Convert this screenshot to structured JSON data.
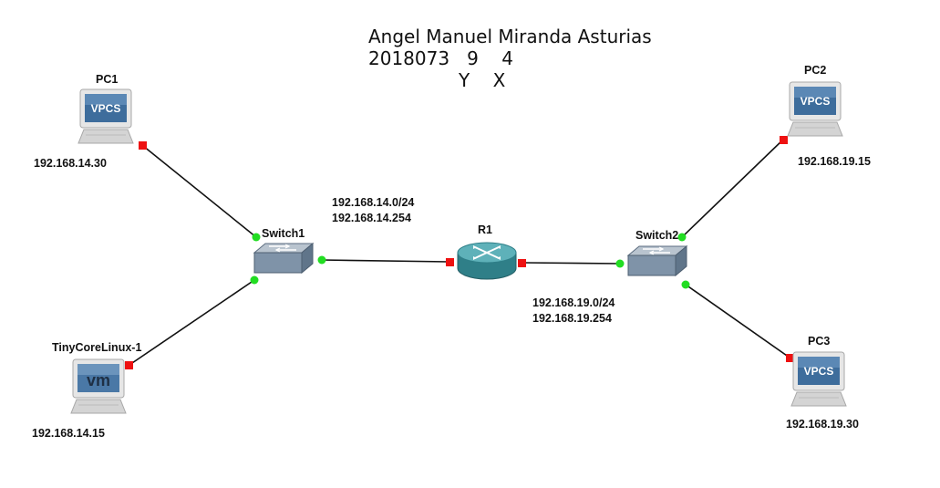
{
  "header": {
    "line1": "Angel Manuel Miranda Asturias",
    "line2": "2018073   9    4",
    "line3": "Y    X"
  },
  "devices": {
    "pc1": {
      "name": "PC1",
      "screen_text": "VPCS",
      "ip": "192.168.14.30"
    },
    "pc2": {
      "name": "PC2",
      "screen_text": "VPCS",
      "ip": "192.168.19.15"
    },
    "pc3": {
      "name": "PC3",
      "screen_text": "VPCS",
      "ip": "192.168.19.30"
    },
    "tinycore": {
      "name": "TinyCoreLinux-1",
      "screen_text": "vm",
      "ip": "192.168.14.15"
    },
    "switch1": {
      "name": "Switch1"
    },
    "switch2": {
      "name": "Switch2"
    },
    "r1": {
      "name": "R1"
    }
  },
  "networks": {
    "left": {
      "subnet": "192.168.14.0/24",
      "gateway": "192.168.14.254"
    },
    "right": {
      "subnet": "192.168.19.0/24",
      "gateway": "192.168.19.254"
    }
  },
  "colors": {
    "link": "#111111",
    "port_up": "#22dd22",
    "port_down": "#ee1111",
    "monitor_screen": "#3e6d9c",
    "router": "#3b8d96"
  }
}
